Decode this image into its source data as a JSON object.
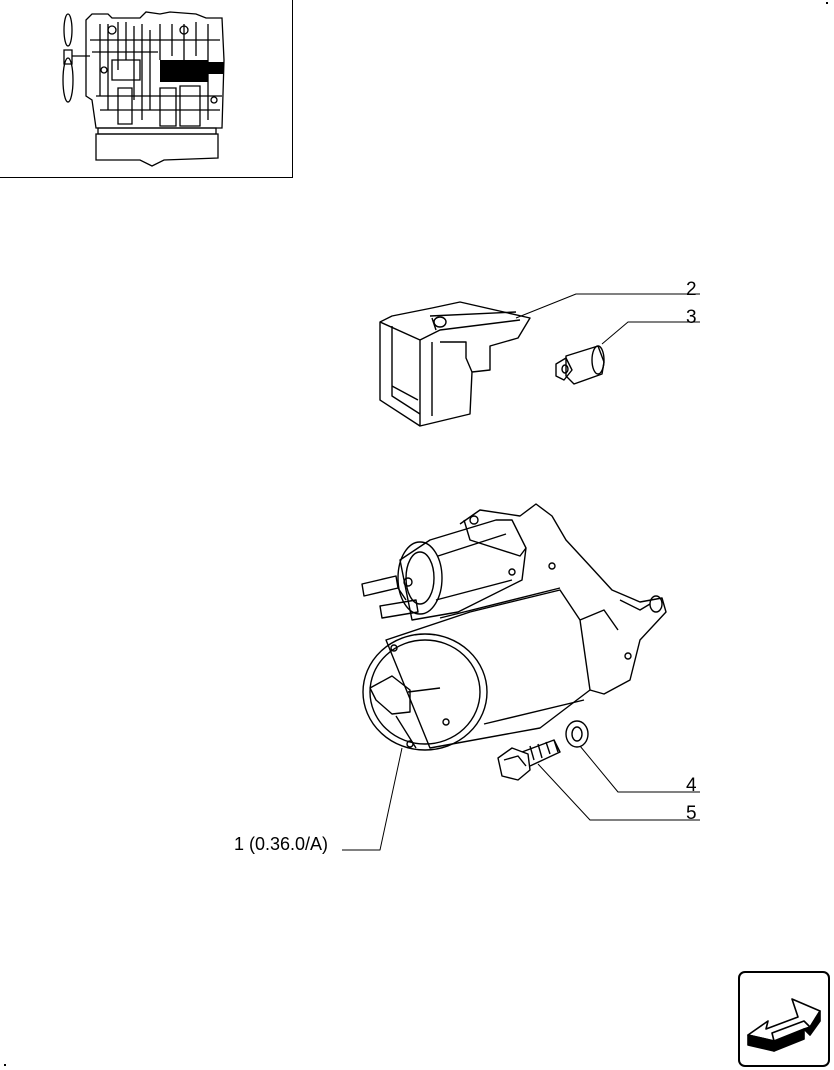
{
  "callouts": {
    "c2": "2",
    "c3": "3",
    "c4": "4",
    "c5": "5",
    "c1": "1 (0.36.0/A)"
  },
  "icons": {
    "thumbnail": "engine-location-thumbnail",
    "navigation": "next-page-arrow-icon"
  }
}
